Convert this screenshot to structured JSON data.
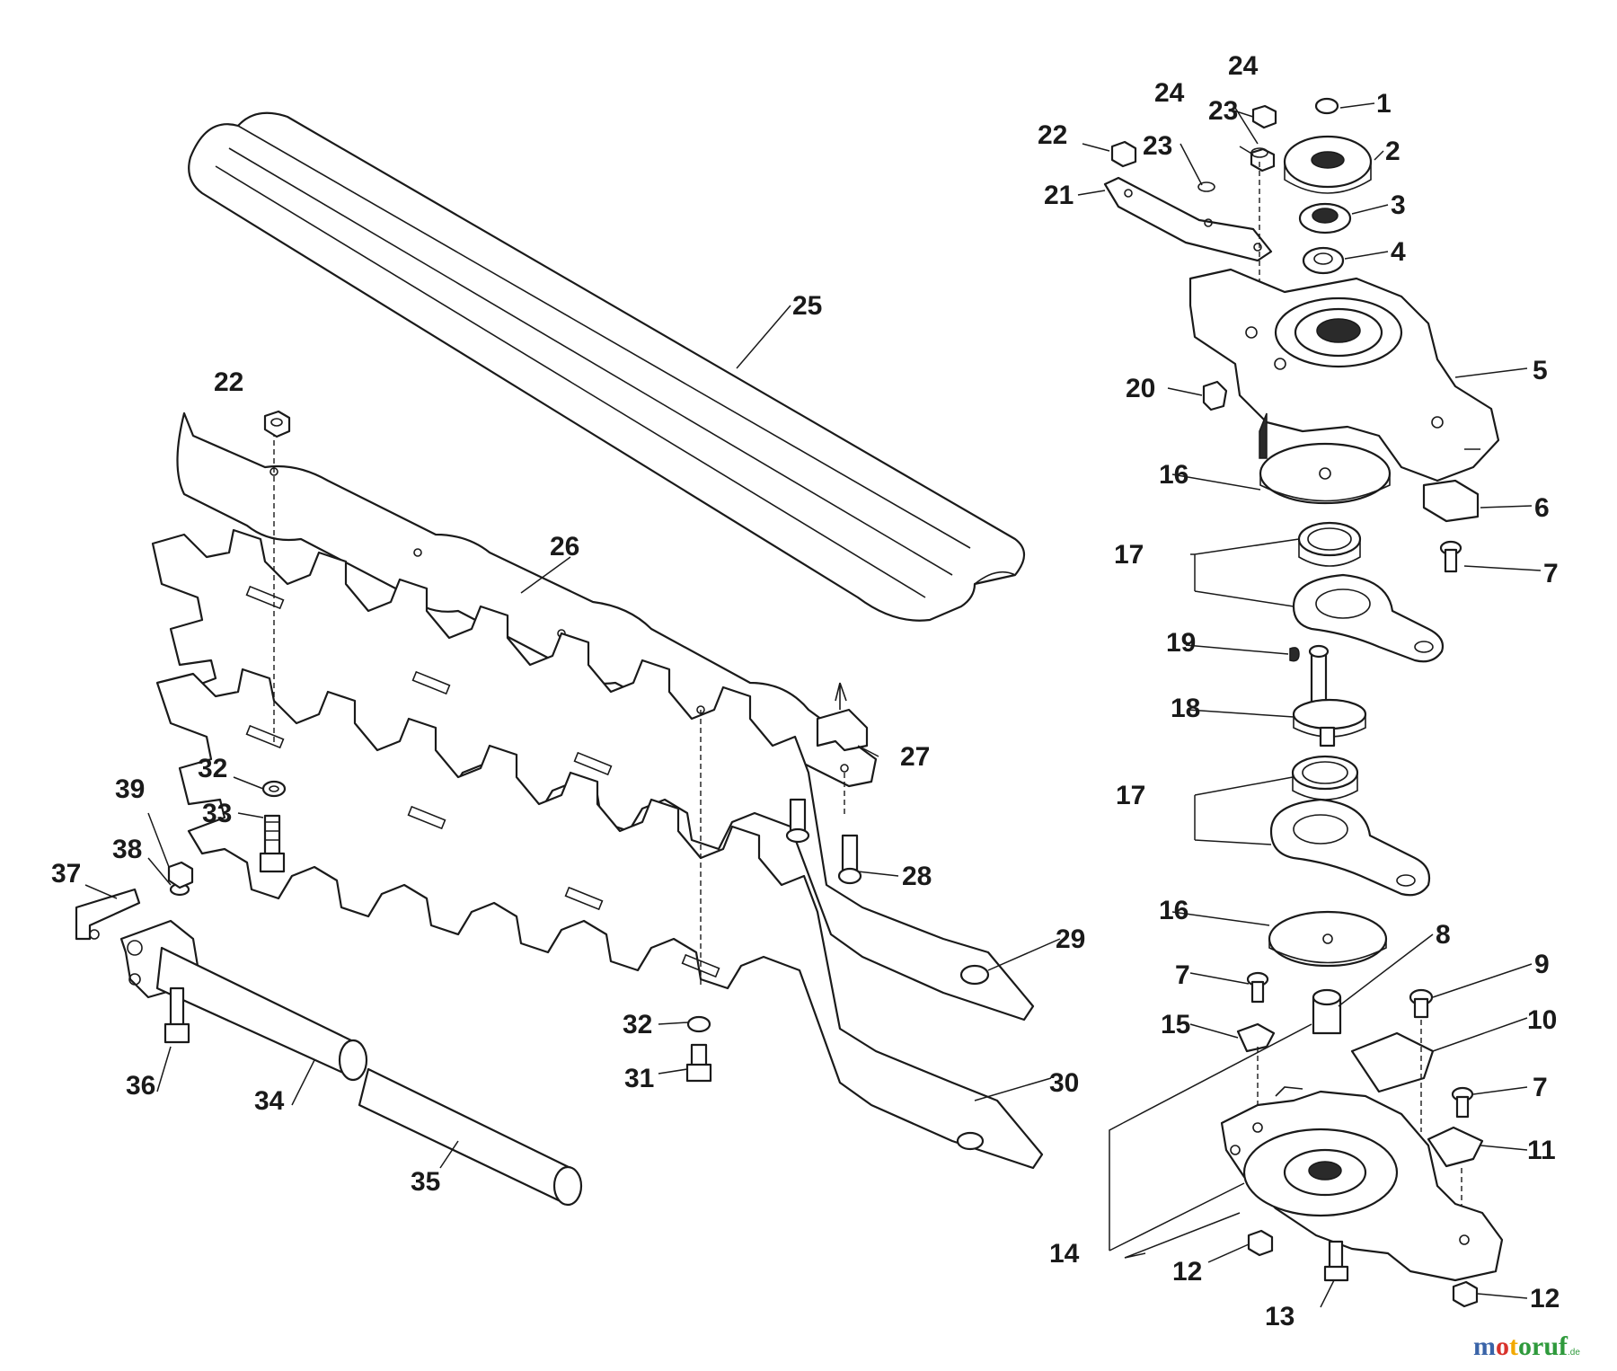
{
  "callouts": [
    "1",
    "2",
    "3",
    "4",
    "5",
    "6",
    "7",
    "7",
    "7",
    "8",
    "9",
    "10",
    "11",
    "12",
    "12",
    "13",
    "14",
    "15",
    "16",
    "16",
    "17",
    "17",
    "18",
    "19",
    "20",
    "21",
    "22",
    "22",
    "23",
    "23",
    "24",
    "24",
    "25",
    "26",
    "27",
    "28",
    "29",
    "30",
    "31",
    "32",
    "32",
    "33",
    "34",
    "35",
    "36",
    "37",
    "38",
    "39"
  ],
  "watermark": {
    "brand": "motoruf",
    "suffix": ".de",
    "colors": {
      "m": "#3a64a8",
      "o": "#d8322b",
      "t": "#f2a900",
      "rest": "#2f9a3c"
    }
  }
}
